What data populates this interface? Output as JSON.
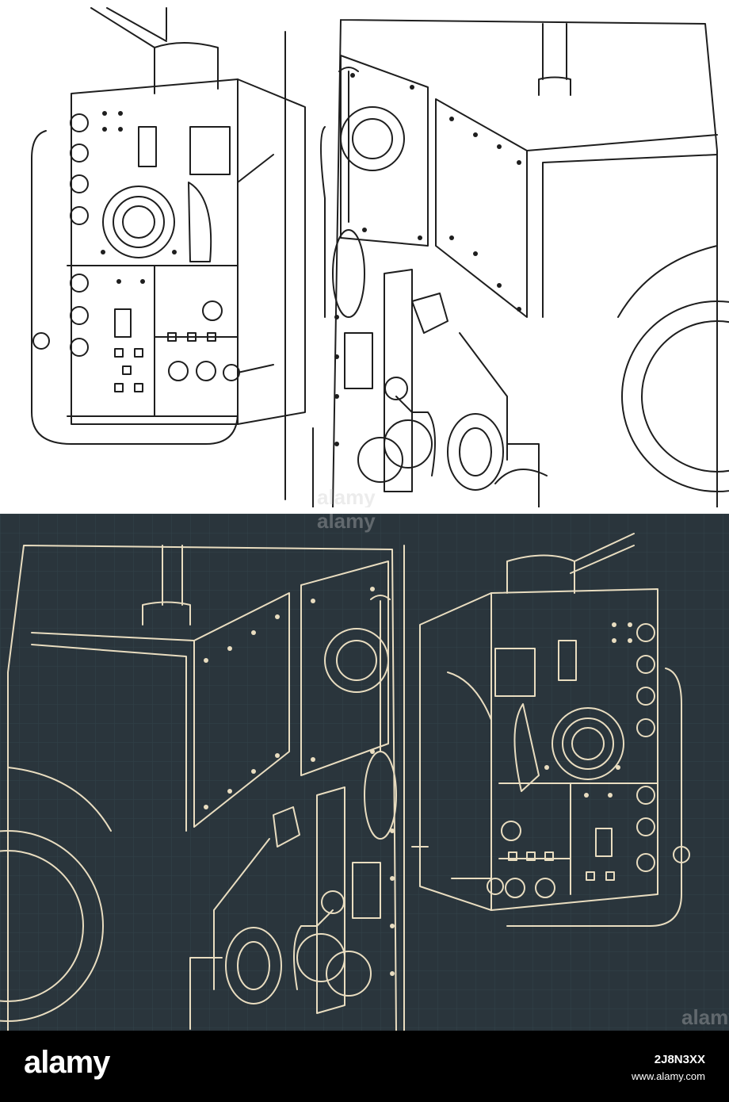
{
  "illustration": {
    "top_style": "black line drawing on white",
    "bottom_style": "beige line drawing on dark blueprint",
    "colors": {
      "top_background": "#ffffff",
      "top_ink": "#1e1e1e",
      "bottom_background": "#2a353c",
      "bottom_ink": "#e9ddc0",
      "footer": "#000000"
    }
  },
  "watermarks": {
    "mark": "alamy"
  },
  "footer": {
    "logo": "alamy",
    "image_id": "2J8N3XX",
    "url": "www.alamy.com"
  }
}
